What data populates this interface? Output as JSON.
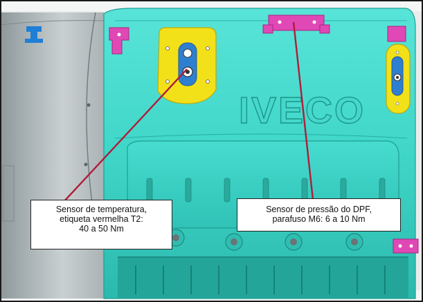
{
  "callouts": {
    "temperature_sensor": {
      "lines": [
        "Sensor de temperatura,",
        "etiqueta vermelha T2:",
        "40 a 50 Nm"
      ]
    },
    "pressure_sensor": {
      "lines": [
        "Sensor de pressão do DPF,",
        "parafuso M6: 6 a 10 Nm"
      ]
    }
  },
  "logo_text": "IVECO",
  "colors": {
    "body": "#3fd6c8",
    "body_dark": "#22a89c",
    "grey_tank": "#a7b0b2",
    "sensor_pad": "#f2e019",
    "bracket": "#e048b6",
    "leader_line": "#b01c3a",
    "frame": "#1a1a1a"
  }
}
